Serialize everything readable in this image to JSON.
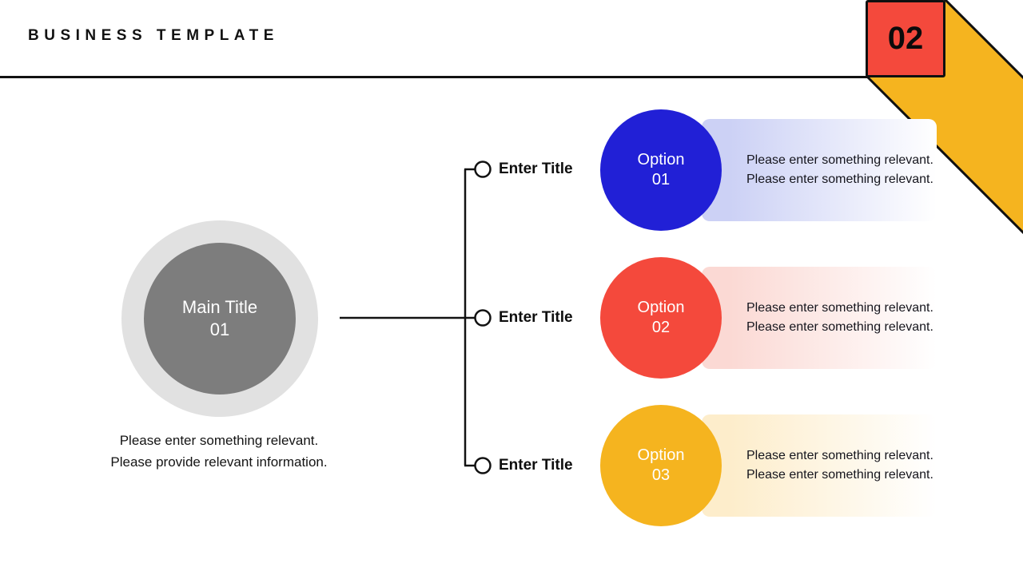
{
  "header": {
    "title": "BUSINESS TEMPLATE",
    "page_number": "02"
  },
  "colors": {
    "page_box": "#F4493C",
    "ribbon": "#F5B41F",
    "line": "#121212",
    "main_circle_outer": "#e1e1e1",
    "main_circle_inner": "#7d7d7d"
  },
  "main": {
    "title_line1": "Main Title",
    "title_line2": "01",
    "caption_line1": "Please enter something relevant.",
    "caption_line2": "Please provide relevant information."
  },
  "branches": [
    {
      "label": "Enter Title"
    },
    {
      "label": "Enter Title"
    },
    {
      "label": "Enter Title"
    }
  ],
  "options": [
    {
      "label_line1": "Option",
      "label_line2": "01",
      "circle_color": "#2120D6",
      "pill_color": "#ccd1f5",
      "desc_line1": "Please enter something relevant.",
      "desc_line2": "Please enter something relevant."
    },
    {
      "label_line1": "Option",
      "label_line2": "02",
      "circle_color": "#F4493C",
      "pill_color": "#fbd9d4",
      "desc_line1": "Please enter something relevant.",
      "desc_line2": "Please enter something relevant."
    },
    {
      "label_line1": "Option",
      "label_line2": "03",
      "circle_color": "#F5B41F",
      "pill_color": "#fdedcb",
      "desc_line1": "Please enter something relevant.",
      "desc_line2": "Please enter something relevant."
    }
  ]
}
